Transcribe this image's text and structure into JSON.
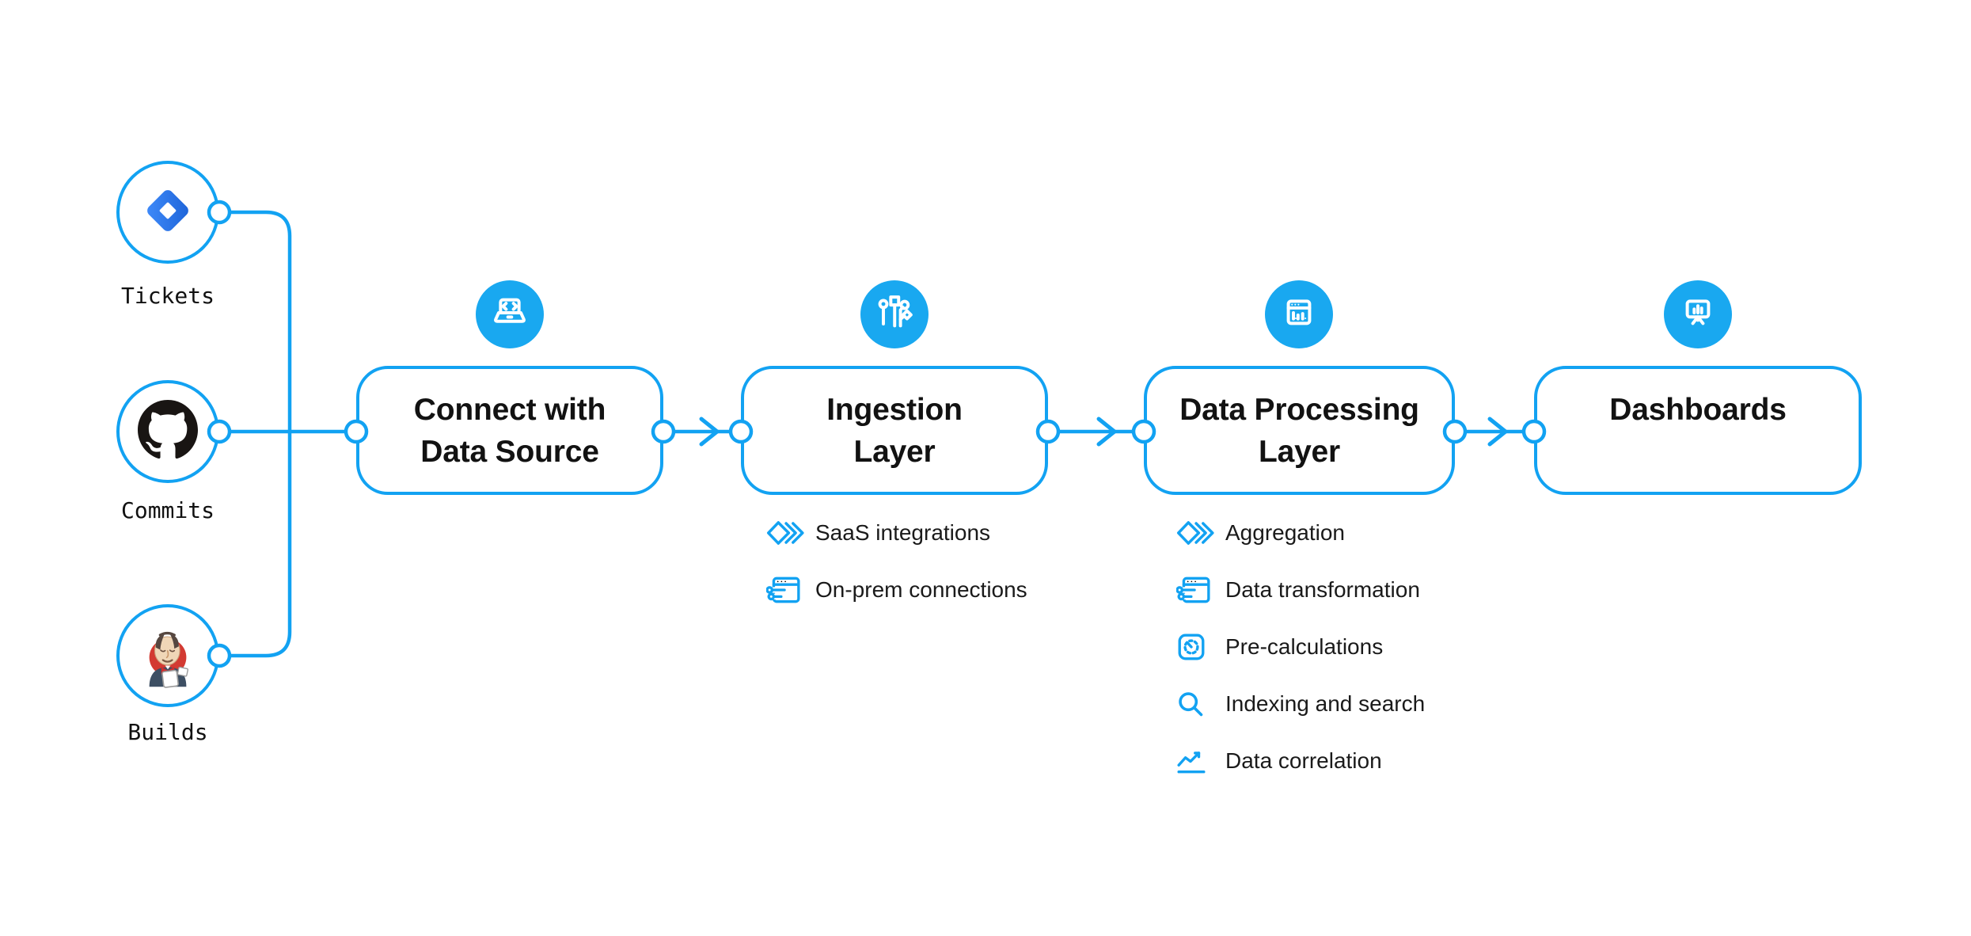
{
  "diagram_title": "Data pipeline flow",
  "colors": {
    "accent": "#12a2f2",
    "icon_circle_fill": "#19a8f0",
    "text": "#121212",
    "background": "#ffffff",
    "jira_blue_light": "#3f8bfa",
    "jira_blue_dark": "#1d63d8",
    "github_black": "#191513",
    "jenkins_red": "#d33a32",
    "jenkins_skin": "#f0d6b7",
    "jenkins_suit": "#3d4f63"
  },
  "sources": [
    {
      "label": "Tickets",
      "icon": "jira-logo"
    },
    {
      "label": "Commits",
      "icon": "github-logo"
    },
    {
      "label": "Builds",
      "icon": "jenkins-logo"
    }
  ],
  "stages": [
    {
      "title": "Connect with Data Source",
      "icon": "laptop-code-icon",
      "items": []
    },
    {
      "title": "Ingestion Layer",
      "icon": "circuit-branches-icon",
      "items": [
        {
          "label": "SaaS integrations",
          "icon": "stacked-diamonds-icon"
        },
        {
          "label": "On-prem connections",
          "icon": "window-sliders-icon"
        }
      ]
    },
    {
      "title": "Data Processing Layer",
      "icon": "window-chart-icon",
      "items": [
        {
          "label": "Aggregation",
          "icon": "stacked-diamonds-icon"
        },
        {
          "label": "Data transformation",
          "icon": "window-sliders-icon"
        },
        {
          "label": "Pre-calculations",
          "icon": "loader-dial-icon"
        },
        {
          "label": "Indexing and search",
          "icon": "search-icon"
        },
        {
          "label": "Data correlation",
          "icon": "trend-chart-icon"
        }
      ]
    },
    {
      "title": "Dashboards",
      "icon": "presentation-chart-icon",
      "items": []
    }
  ]
}
